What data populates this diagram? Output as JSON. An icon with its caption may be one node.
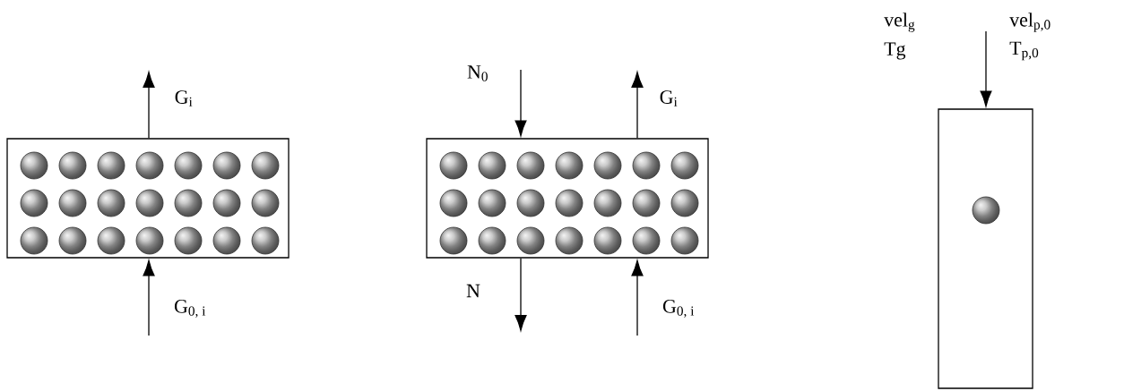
{
  "diagram": {
    "nodes": [
      {
        "text": [],
        "shape": "box"
      },
      {
        "text": [],
        "shape": "box"
      },
      {
        "text": [],
        "shape": "box"
      }
    ],
    "edges": [
      {
        "from": 0,
        "to": null,
        "arrow": "to",
        "label": "G$_{i}$"
      },
      {
        "from": null,
        "to": 0,
        "arrow": "to",
        "label": "G$_{0, i}$"
      },
      {
        "from": null,
        "to": 1,
        "arrow": "to",
        "label": "N$_{0}$"
      },
      {
        "from": 1,
        "to": null,
        "arrow": "to",
        "label": "G$_{i}$"
      },
      {
        "from": 1,
        "to": null,
        "arrow": "to",
        "label": "N"
      },
      {
        "from": null,
        "to": 1,
        "arrow": "to",
        "label": "G$_{0, i}$"
      },
      {
        "from": null,
        "to": 2,
        "arrow": "to"
      }
    ],
    "labels": [
      "vel$_{g}$",
      "vel$_{p,0}$",
      "Tg",
      "T$_{p,0}$"
    ]
  }
}
